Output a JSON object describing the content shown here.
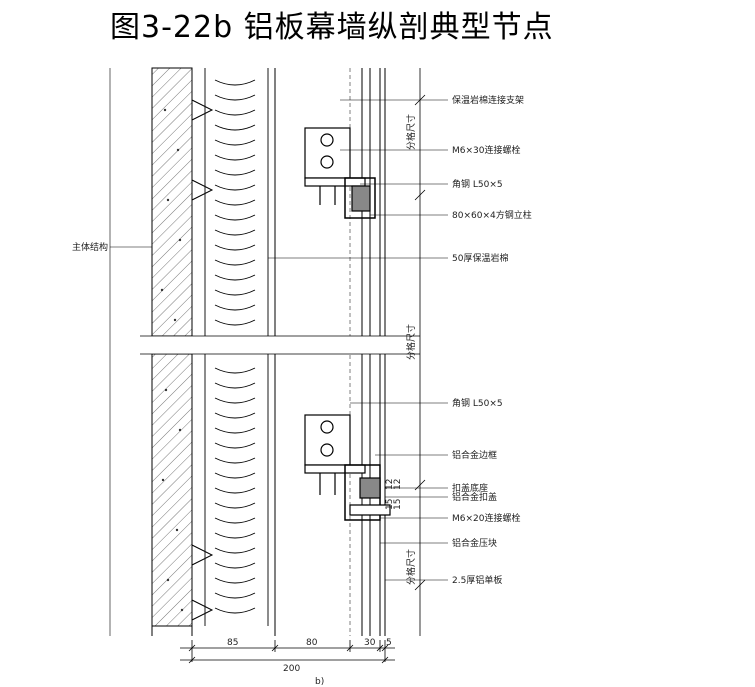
{
  "title": "图3-22b 铝板幕墙纵剖典型节点",
  "labels": {
    "support": "保温岩棉连接支架",
    "bolt_m6x30": "M6×30连接螺栓",
    "angle_top": "角钢 L50×5",
    "square_tube": "80×60×4方钢立柱",
    "rockwool": "50厚保温岩棉",
    "main_structure": "主体结构",
    "angle_bottom": "角钢 L50×5",
    "al_frame": "铝合金边框",
    "buckle_base": "扣盖底座",
    "al_buckle": "铝合金扣盖",
    "bolt_m6x20": "M6×20连接螺栓",
    "al_press": "铝合金压块",
    "al_panel": "2.5厚铝单板",
    "grid_size_1": "分格尺寸",
    "grid_size_2": "分格尺寸",
    "grid_size_3": "分格尺寸"
  },
  "dimensions": {
    "d85": "85",
    "d80": "80",
    "d30": "30",
    "d5": "5",
    "d200": "200",
    "small_1": "12",
    "small_2": "12",
    "small_3": "15",
    "small_4": "15"
  },
  "caption": "b)"
}
